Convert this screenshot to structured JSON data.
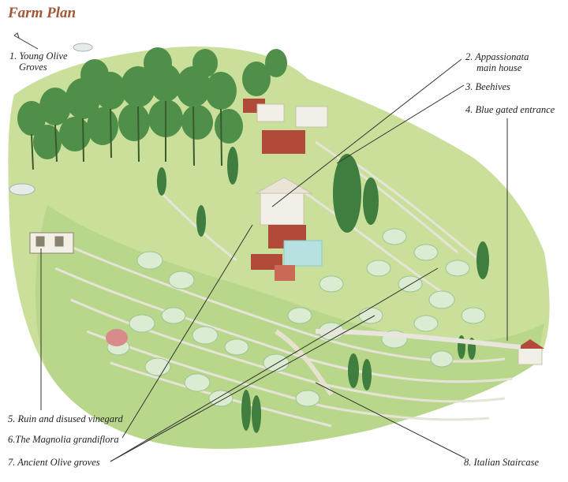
{
  "title": "Farm Plan",
  "labels": {
    "l1": [
      "1. Young Olive",
      "Groves"
    ],
    "l2": [
      "2. Appassionata",
      "main house"
    ],
    "l3": [
      "3. Beehives"
    ],
    "l4": [
      "4. Blue gated entrance"
    ],
    "l5": [
      "5. Ruin and disused vinegard"
    ],
    "l6": [
      "6.The Magnolia grandiflora"
    ],
    "l7": [
      "7. Ancient Olive groves"
    ],
    "l8": [
      "8. Italian Staircase"
    ]
  },
  "colors": {
    "title": "#a0573a",
    "grass_light": "#c9df9a",
    "grass": "#a9cb73",
    "tree_dark": "#4f8f4a",
    "tree_light": "#cfe6c2",
    "roof": "#b24a3a",
    "wall": "#f2efe6",
    "leader_line": "#333333"
  }
}
